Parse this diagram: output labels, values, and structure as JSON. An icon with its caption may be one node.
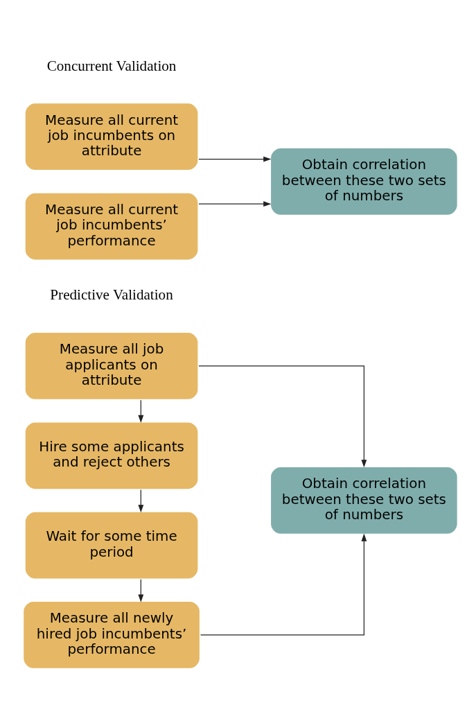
{
  "diagram": {
    "nodes": [
      {
        "text": [
          "Measure all current job incumbents on attribute"
        ]
      },
      {
        "text": [
          "Measure all current job incumbents’ performance"
        ]
      },
      {
        "text": [
          "Obtain correlation between these two sets of numbers"
        ]
      },
      {
        "text": [
          "Measure all job applicants on attribute"
        ]
      },
      {
        "text": [
          "Hire some applicants and reject others"
        ]
      },
      {
        "text": [
          "Wait for some time period"
        ]
      },
      {
        "text": [
          "Measure all newly hired job incumbents’ performance"
        ]
      },
      {
        "text": [
          "Obtain correlation between these two sets of numbers"
        ]
      }
    ],
    "edges": [
      {
        "from": 0,
        "to": 2,
        "arrow": "to"
      },
      {
        "from": 1,
        "to": 2,
        "arrow": "to"
      },
      {
        "from": 3,
        "to": 4,
        "arrow": "to"
      },
      {
        "from": 4,
        "to": 5,
        "arrow": "to"
      },
      {
        "from": 5,
        "to": 6,
        "arrow": "to"
      },
      {
        "from": 3,
        "to": 7,
        "arrow": "to"
      },
      {
        "from": 6,
        "to": 7,
        "arrow": "to"
      }
    ],
    "labels": [
      "Concurrent Validation",
      "Predictive Validation"
    ]
  }
}
